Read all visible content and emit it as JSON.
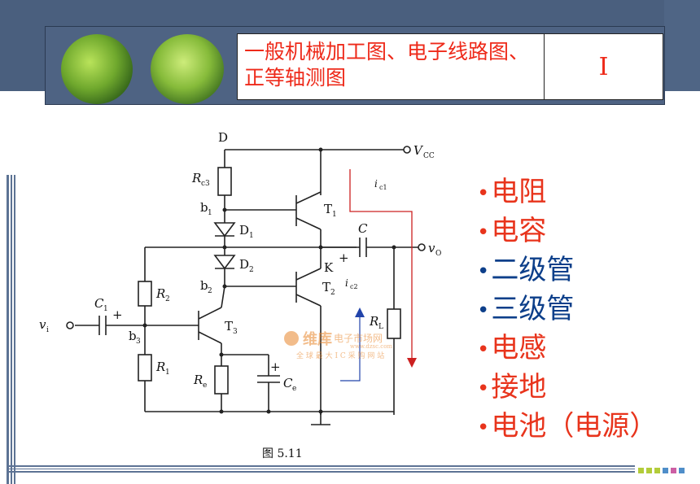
{
  "header": {
    "title": "一般机械加工图、电子线路图、正等轴测图",
    "number": "I"
  },
  "figure": {
    "caption": "图 5.11",
    "labels": {
      "D": "D",
      "vcc": "V",
      "vcc_sub": "CC",
      "rc3": "R",
      "rc3_sub": "c3",
      "b1": "b",
      "b1_sub": "1",
      "d1": "D",
      "d1_sub": "1",
      "d2": "D",
      "d2_sub": "2",
      "b2": "b",
      "b2_sub": "2",
      "t1": "T",
      "t1_sub": "1",
      "t2": "T",
      "t2_sub": "2",
      "t3": "T",
      "t3_sub": "3",
      "k": "K",
      "c": "C",
      "c1": "C",
      "c1_sub": "1",
      "ce": "C",
      "ce_sub": "e",
      "r1": "R",
      "r1_sub": "1",
      "r2": "R",
      "r2_sub": "2",
      "re": "R",
      "re_sub": "e",
      "rl": "R",
      "rl_sub": "L",
      "b3": "b",
      "b3_sub": "3",
      "vi": "v",
      "vi_sub": "i",
      "vo": "v",
      "vo_sub": "O",
      "ic1": "i",
      "ic1_sub": "c1",
      "ic2": "i",
      "ic2_sub": "c2",
      "plus": "+"
    },
    "watermark": {
      "brand": "维库",
      "brand_suffix": "电子市场网",
      "sub": "全 球 最 大 I C 采 购 网 站",
      "url": "www.dzsc.com"
    }
  },
  "bullets": [
    {
      "text": "电阻",
      "color": "#e8341c"
    },
    {
      "text": "电容",
      "color": "#e8341c"
    },
    {
      "text": "二级管",
      "color": "#0d3f8a"
    },
    {
      "text": "三级管",
      "color": "#0d3f8a"
    },
    {
      "text": "电感",
      "color": "#e8341c"
    },
    {
      "text": "接地",
      "color": "#e8341c"
    },
    {
      "text": "电池（电源）",
      "color": "#e8341c"
    }
  ],
  "bullet_marker": "•",
  "colors": {
    "band": "#4a5f7e",
    "title_red": "#ee2a1a",
    "bullet_red": "#e8341c",
    "bullet_blue": "#0d3f8a",
    "current_red": "#cc2020",
    "current_blue": "#2244aa"
  },
  "icons": {
    "decor_left": "green-leaf-image",
    "decor_right": "green-leaf-image",
    "nav_dots": "navigation-dots"
  }
}
